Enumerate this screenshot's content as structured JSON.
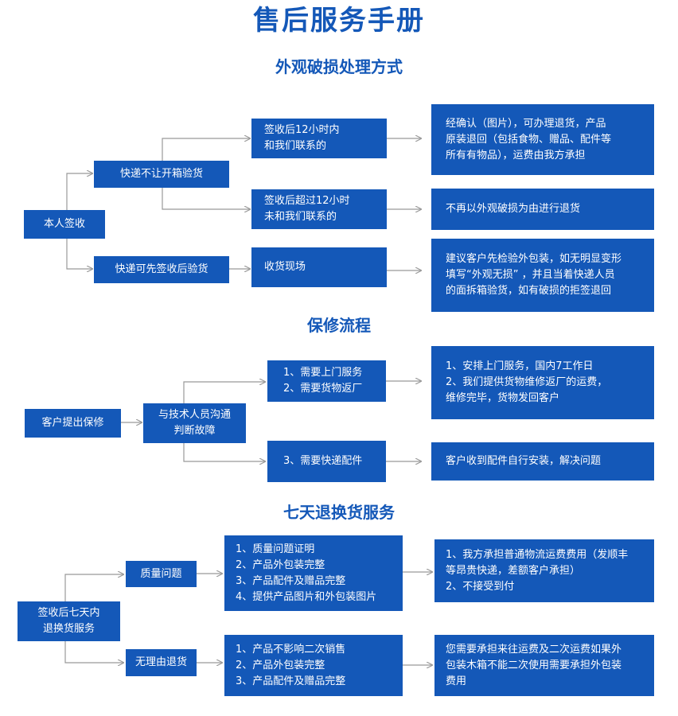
{
  "colors": {
    "box": "#1458b8",
    "title": "#1458b8",
    "line": "#999999"
  },
  "main_title": "售后服务手册",
  "sections": {
    "damage": {
      "title": "外观破损处理方式",
      "root": "本人签收",
      "branch_a": "快递不让开箱验货",
      "branch_b": "快递可先签收后验货",
      "cond_a1": "签收后12小时内\n和我们联系的",
      "cond_a2": "签收后超过12小时\n未和我们联系的",
      "cond_b1": "收货现场",
      "result_a1": "经确认（图片），可办理退货，产品\n原装退回（包括食物、赠品、配件等\n所有有物品），运费由我方承担",
      "result_a2": "不再以外观破损为由进行退货",
      "result_b1": "建议客户先检验外包装，如无明显变形\n填写“外观无损” ，并且当着快递人员\n的面拆箱验货，如有破损的拒签退回"
    },
    "repair": {
      "title": "保修流程",
      "root": "客户提出保修",
      "middle": "与技术人员沟通\n判断故障",
      "cond_1": "1、需要上门服务\n2、需要货物返厂",
      "cond_2": "3、需要快递配件",
      "result_1": "1、安排上门服务，国内7工作日\n2、我们提供货物维修返厂的运费，\n      维修完毕，货物发回客户",
      "result_2": "客户收到配件自行安装，解决问题"
    },
    "return": {
      "title": "七天退换货服务",
      "root": "签收后七天内\n退换货服务",
      "branch_a": "质量问题",
      "branch_b": "无理由退货",
      "cond_a": "1、质量问题证明\n2、产品外包装完整\n3、产品配件及赠品完整\n4、提供产品图片和外包装图片",
      "cond_b": "1、产品不影响二次销售\n2、产品外包装完整\n3、产品配件及赠品完整",
      "result_a": "1、我方承担普通物流运费费用（发顺丰\n      等昂贵快递，差额客户承担）\n2、不接受到付",
      "result_b": "您需要承担来往运费及二次运费如果外\n包装木箱不能二次使用需要承担外包装\n费用"
    }
  }
}
